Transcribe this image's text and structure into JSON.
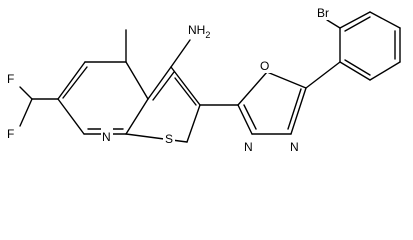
{
  "atoms": {
    "nh2": "NH",
    "nh2_sub": "2",
    "br": "Br",
    "o": "O",
    "n_left": "N",
    "n_right": "N",
    "n_pyridine": "N",
    "s": "S",
    "f_top": "F",
    "f_bottom": "F"
  },
  "colors": {
    "bond": "#000000",
    "background": "#ffffff"
  }
}
